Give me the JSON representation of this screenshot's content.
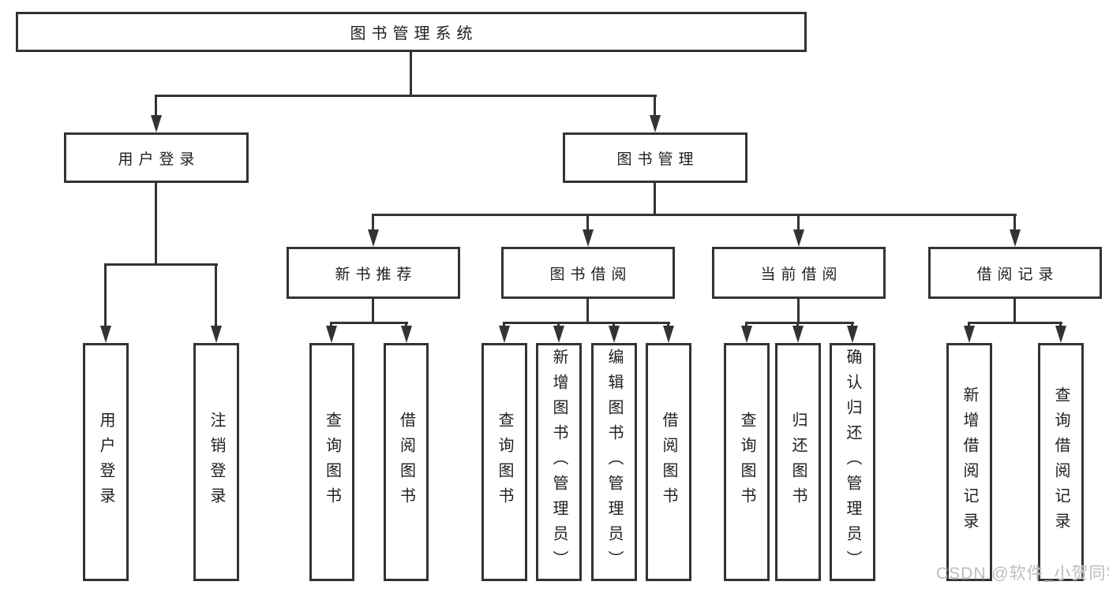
{
  "diagram": {
    "title": "图书管理系统",
    "watermark": "CSDN @软件_小贺同学",
    "colors": {
      "background": "#ffffff",
      "border": "#333333",
      "text": "#1f1f1f",
      "watermark": "#bdbdbd"
    },
    "tree": {
      "label": "图书管理系统",
      "children": [
        {
          "label": "用户登录",
          "children": [
            {
              "label": "用户登录"
            },
            {
              "label": "注销登录"
            }
          ]
        },
        {
          "label": "图书管理",
          "children": [
            {
              "label": "新书推荐",
              "children": [
                {
                  "label": "查询图书"
                },
                {
                  "label": "借阅图书"
                }
              ]
            },
            {
              "label": "图书借阅",
              "children": [
                {
                  "label": "查询图书"
                },
                {
                  "label": "新增图书（管理员）"
                },
                {
                  "label": "编辑图书（管理员）"
                },
                {
                  "label": "借阅图书"
                }
              ]
            },
            {
              "label": "当前借阅",
              "children": [
                {
                  "label": "查询图书"
                },
                {
                  "label": "归还图书"
                },
                {
                  "label": "确认归还（管理员）"
                }
              ]
            },
            {
              "label": "借阅记录",
              "children": [
                {
                  "label": "新增借阅记录"
                },
                {
                  "label": "查询借阅记录"
                }
              ]
            }
          ]
        }
      ]
    }
  }
}
